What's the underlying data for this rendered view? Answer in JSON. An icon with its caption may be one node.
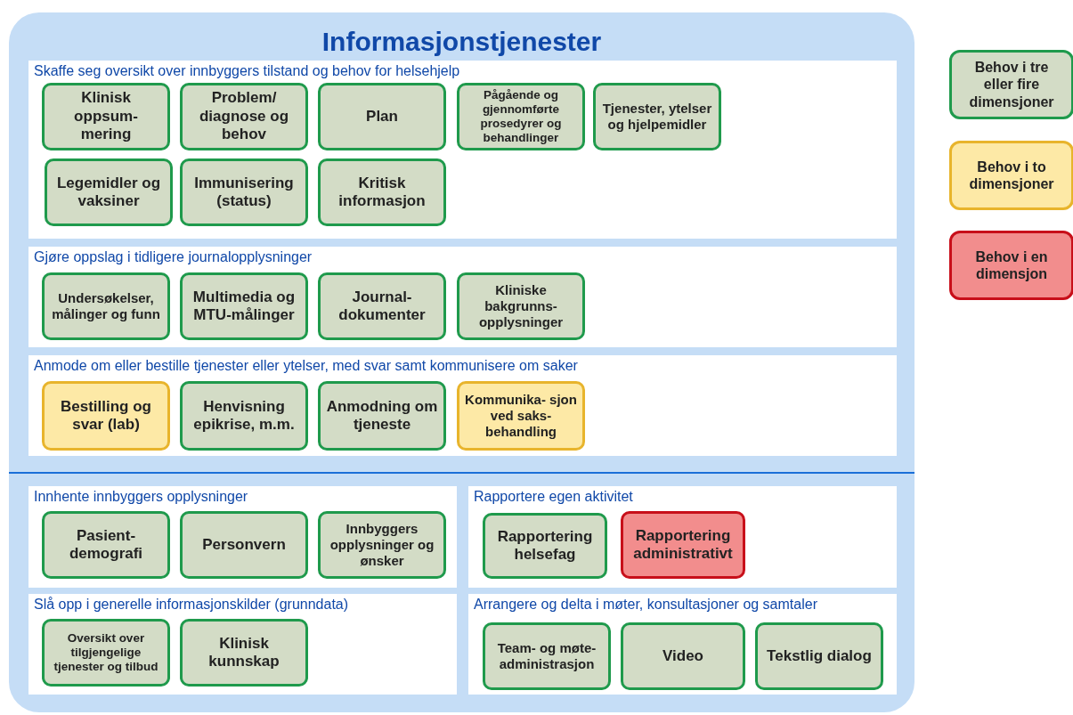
{
  "diagram": {
    "nodes": [
      {
        "text": [
          "Informasjonstjenester"
        ]
      },
      {
        "text": [
          "Skaffe seg oversikt over innbyggers tilstand og behov for helsehjelp"
        ],
        "in": 0
      },
      {
        "text": [
          "Klinisk oppsum- mering"
        ],
        "in": 1
      },
      {
        "text": [
          "Problem/ diagnose og behov"
        ],
        "in": 1
      },
      {
        "text": [
          "Plan"
        ],
        "in": 1
      },
      {
        "text": [
          "Pågående og gjennomførte prosedyrer og behandlinger"
        ],
        "in": 1
      },
      {
        "text": [
          "Tjenester, ytelser og hjelpemidler"
        ],
        "in": 1
      },
      {
        "text": [
          "Legemidler og vaksiner"
        ],
        "in": 1
      },
      {
        "text": [
          "Immunisering (status)"
        ],
        "in": 1
      },
      {
        "text": [
          "Kritisk informasjon"
        ],
        "in": 1
      },
      {
        "text": [
          "Gjøre oppslag i tidligere journalopplysninger"
        ],
        "in": 0
      },
      {
        "text": [
          "Undersøkelser, målinger og funn"
        ],
        "in": 10
      },
      {
        "text": [
          "Multimedia og MTU-målinger"
        ],
        "in": 10
      },
      {
        "text": [
          "Journal- dokumenter"
        ],
        "in": 10
      },
      {
        "text": [
          "Kliniske bakgrunns- opplysninger"
        ],
        "in": 10
      },
      {
        "text": [
          "Anmode om eller bestille tjenester eller ytelser, med svar samt kommunisere om saker"
        ],
        "in": 0
      },
      {
        "text": [
          "Bestilling og svar (lab)"
        ],
        "in": 15
      },
      {
        "text": [
          "Henvisning epikrise, m.m."
        ],
        "in": 15
      },
      {
        "text": [
          "Anmodning om tjeneste"
        ],
        "in": 15
      },
      {
        "text": [
          "Kommunika- sjon ved saks- behandling"
        ],
        "in": 15
      },
      {
        "text": [
          "Innhente innbyggers opplysninger"
        ],
        "in": 0
      },
      {
        "text": [
          "Pasient- demografi"
        ],
        "in": 20
      },
      {
        "text": [
          "Personvern"
        ],
        "in": 20
      },
      {
        "text": [
          "Innbyggers opplysninger og ønsker"
        ],
        "in": 20
      },
      {
        "text": [
          "Rapportere egen aktivitet"
        ],
        "in": 0
      },
      {
        "text": [
          "Rapportering helsefag"
        ],
        "in": 24
      },
      {
        "text": [
          "Rapportering administrativt"
        ],
        "in": 24
      },
      {
        "text": [
          "Slå opp i generelle informasjonskilder (grunndata)"
        ],
        "in": 0
      },
      {
        "text": [
          "Oversikt over tilgjengelige tjenester og tilbud"
        ],
        "in": 27
      },
      {
        "text": [
          "Klinisk kunnskap"
        ],
        "in": 27
      },
      {
        "text": [
          "Arrangere og delta i møter, konsultasjoner og samtaler"
        ],
        "in": 0
      },
      {
        "text": [
          "Team- og møte- administrasjon"
        ],
        "in": 30
      },
      {
        "text": [
          "Video"
        ],
        "in": 30
      },
      {
        "text": [
          "Tekstlig dialog"
        ],
        "in": 30
      }
    ],
    "legend": [
      {
        "text": "Behov i tre eller fire dimensjoner",
        "color": "#d3dcc6"
      },
      {
        "text": "Behov i to dimensjoner",
        "color": "#fde9a6"
      },
      {
        "text": "Behov i en dimensjon",
        "color": "#f28d8d"
      }
    ]
  }
}
